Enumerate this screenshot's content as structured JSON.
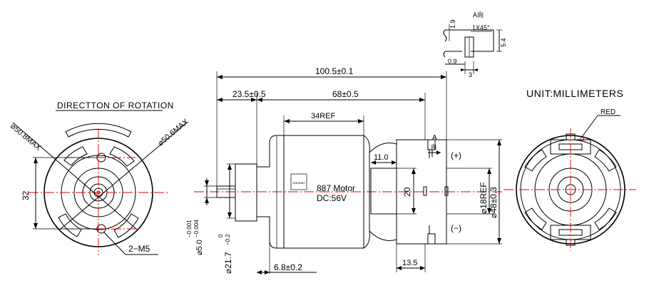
{
  "labels": {
    "direction": "DIRECTTON OF ROTATION",
    "unit": "UNIT:MILLIMETERS",
    "red": "RED",
    "a_view": "A向",
    "a": "A",
    "a_char": "向",
    "plus": "(+)",
    "minus": "(−)",
    "motor_name": "887 Motor",
    "motor_voltage": "DC:56V",
    "brand": "ODERIBC"
  },
  "dims": {
    "overall_length": "100.5±0.1",
    "shaft_length": "23.5±0.5",
    "body_length": "68±0.5",
    "ref34": "34REF",
    "d11": "11.0",
    "d20": "20",
    "d13_5": "13.5",
    "boss": "6.8±0.2",
    "d32": "32",
    "dia50_8": "⌀50.8MAX",
    "dia50_6": "⌀50.6MAX",
    "m5": "2−M5",
    "d18ref": "⌀18REF",
    "d48": "⌀48±0.3",
    "d21_7": "⌀21.7",
    "tol_21_7_up": "0",
    "tol_21_7_lo": "−0.2",
    "d5": "⌀5.0",
    "tol_5_up": "−0.001",
    "tol_5_lo": "−0.004",
    "d1_9": "1.9",
    "d1x45": "1X45°",
    "d5_4": "5.4",
    "d0_9": "0.9",
    "d3": "3"
  }
}
